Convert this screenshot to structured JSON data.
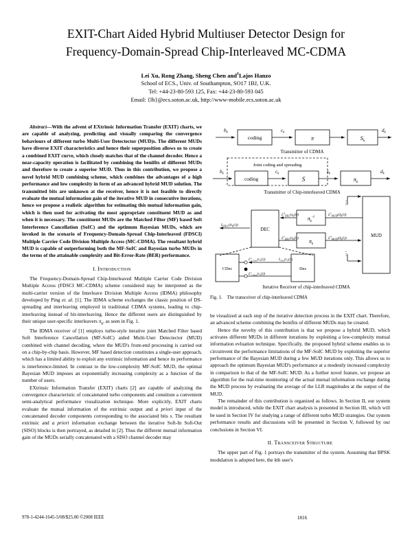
{
  "paper": {
    "title_line1": "EXIT-Chart Aided Hybrid Multiuser Detector Design for",
    "title_line2": "Frequency-Domain-Spread Chip-Interleaved MC-CDMA",
    "authors": "Lei Xu, Rong Zhang, Sheng Chen and",
    "author_sup": "1",
    "authors_tail": "Lajos Hanzo",
    "affiliation": "School of ECS., Univ. of Southampton, SO17 1BJ, U.K.",
    "contact": "Tel: +44-23-80-593 125, Fax: +44-23-80-593 045",
    "email": "Email: {lh}@ecs.soton.ac.uk, http://www-mobile.ecs.soton.ac.uk",
    "abstract_lead": "Abstract",
    "abstract_dash": "—",
    "abstract_text": "With the advent of EXtrinsic Information Transfer (EXIT) charts, we are capable of analyzing, predicting and visually comparing the convergence behaviours of different turbo Multi-User Detectector (MUD)s. The different MUDs have diverse EXIT characteristics and hence their superposition allows us to create a combined EXIT curve, which closely matches that of the channel decoder. Hence a near-capacity operation is facilitated by combining the benifits of different MUDs and therefore to create a superior MUD. Thus in this contribution, we propose a novel hybrid MUD combining scheme, which combines the advantages of a high performance and low complexity in form of an advanced hybrid MUD solution. The transmitted bits are unknown at the receiver, hence it is not feasible to directly evaluate the mutual information gain of the iterative MUD in consecutive iterations, hence we propose a realistic algorithm for estimating this mutual information gain, which is then used for activating the most appropriate constituent MUD as and when it is necessary. The constituent MUDs are the Matched Filter (MF) based Soft Interference Cancellation (SoIC) and the optimum Bayesian MUDs, which are invoked in the scenario of Frequency-Domain-Spread Chip-Interleaved (FDSCI) Multiple Carrier Code Division Multiple Access (MC-CDMA). The resultant hybrid MUD is capable of outperforming both the MF-SoIC and Bayesian turbo MUDs in the terms of the attainable complexity and Bit-Error-Rate (BER) performance.",
    "section1_num": "I.",
    "section1_title": "Introduction",
    "intro_p1": "The Frequency-Domain-Spread Chip-Interleaved Multiple Carrier Code Division Multiple Access (FDSCI MC-CDMA) scheme considered may be interpreted as the multi-carrier version of the Interleave Division Multiple Access (IDMA) philosophy developed by Ping",
    "intro_p1_it": "et. al.",
    "intro_p1_cont": "[1]. The IDMA scheme exchanges the classic position of DS-spreading and interleaving employed in traditional CDMA systems, leading to chip-interleaving instead of bit-interleaving. Hence the different users are distinguished by their unique user-specific interleavers",
    "intro_p1_sym": "π",
    "intro_p1_sub": "k",
    "intro_p1_end": ", as seen in Fig. 1.",
    "intro_p2": "The IDMA receiver of [1] employs turbo-style iterative joint Matched Filter based Soft Interference Cancellation (MF-SoIC) aided Multi-User Detectector (MUD) combined with channel decoding, where the MUD's front-end processing is carried out on a chip-by-chip basis. However, MF based detection constitutes a single-user approach, which has a limited ability to exploit any extrinsic information and hence its performance is interference-limited. In contrast to the low-complexity MF-SoIC MUD, the optimal Bayesian MUD imposes an exponentially increasing complexity as a function of the number of users.",
    "intro_p3": "EXtrinsic Information Transfer (EXIT) charts [2] are capable of analyzing the convergence characteristic of concatenated turbo components and constitute a convenient semi-analytical performance visualization technique. More explicitly, EXIT charts evaluate the mutual information of the extrinsic output and",
    "intro_p3_it1": "a priori",
    "intro_p3_cont1": "input of the concatenated decoder components corresponding to the associated bits",
    "intro_p3_it2": "s",
    "intro_p3_cont2": ". The resultant extrinsic and",
    "intro_p3_it3": "a priori",
    "intro_p3_cont3": "information exchange between the iterative Soft-In Soft-Out (SISO) blocks is then portrayed, as detailed in [2]. Thus the different mutual information gain of the MUDs serially concatenated with a SISO channel decoder may",
    "right_p1": "be visualized at each step of the iterative detection process in the EXIT chart. Therefore, an advanced scheme combining the benifits of different MUDs may be created.",
    "right_p2": "Hence the novelty of this contribution is that we propose a hybrid MUD, which activates different MUDs in different iterations by exploiting a low-complexity mutual information evluation technique. Specifically, the proposed hybrid scheme enables us to circumvent the performance limitations of the MF-SoIC MUD by exploiting the superior performance of the Bayesian MUD during a few MUD iterations only. This allows us to approach the optimum Bayesian MUD's performance at a modestly increased complexity in comparison to that of the MF-SoIC MUD. As a further novel feature, we propose an algorithm for the real-time monitoring of the actual mutual information exchange during the MUD process by evaluating the average of the LLR magnitudes at the output of the MUD.",
    "right_p3": "The remainder of this contribution is organized as follows. In Section II, our system model is introduced, while the EXIT chart analysis is presented in Section III, which will be used in Section IV for studying a range of different turbo MUD strategies. Our system performance results and discussions will be presented in Section V, followed by our conclusions in Section VI.",
    "section2_num": "II.",
    "section2_title": "Transceiver Structure",
    "sec2_p1": "The upper part of Fig. 1 portrays the transmitter of the system. Assuming that BPSK modulation is adopted here, the",
    "sec2_p1_it": "k",
    "sec2_p1_end": "th user's"
  },
  "figure": {
    "caption_label": "Fig. 1.",
    "caption_text": "The transceiver of chip-interleaved CDMA",
    "chain1": {
      "in_label": "b",
      "in_sub": "k",
      "block1": "coding",
      "mid_label": "c",
      "mid_sub": "k",
      "block2": "π",
      "block3": "S",
      "block3_sub": "k",
      "out_label": "d",
      "out_sub": "k",
      "caption": "Transmitter of CDMA"
    },
    "chain2": {
      "dashed_label": "Joint coding and spreading",
      "in_label": "b",
      "in_sub": "k",
      "block1": "coding",
      "mid_label": "c",
      "mid_sub": "k",
      "block2": "S",
      "mid2_label": "s",
      "mid2_sub": "k",
      "block3": "π",
      "block3_sub": "k",
      "out_label": "d",
      "out_sub": "k",
      "caption": "Transmitter of Chip-interleaved CDMA"
    },
    "receiver": {
      "dec_block": "DEC",
      "mud_block": "MUD",
      "deint_block": "π",
      "deint_sub": "k",
      "deint_sup": "−1",
      "int_block": "π",
      "int_sub": "k",
      "output_label": "L",
      "output_sub": "DEC",
      "output_arg": "(b",
      "output_arg_sub": "k",
      "output_arg_end": "(i))",
      "top_dec_label": "L",
      "top_dec_sup": "a",
      "top_dec_sub": "DEC",
      "top_dec_arg": "(s_k(i))",
      "top_mud_label": "L",
      "top_mud_sup": "e",
      "top_mud_sub": "MUD",
      "top_mud_arg": "(d_k(i))",
      "bot_dec_label": "L",
      "bot_dec_sup": "e",
      "bot_dec_sub": "DEC",
      "bot_dec_arg": "(s_k(i))",
      "bot_mud_label": "L",
      "bot_mud_sup": "a",
      "bot_mud_sub": "MUD",
      "bot_mud_arg": "(d_k(i))",
      "sub_cdec": "CDec",
      "sub_des": "Des",
      "sub_label_top_a": "L",
      "sub_label_top_a_sub": "CDec",
      "sub_label_top_a_arg": "(c_k(i))",
      "sub_label_top_b": "L",
      "sub_label_top_b_sub": "Des",
      "sub_label_top_b_arg": "(c_k(i))",
      "sub_label_bot": "L",
      "sub_label_bot_sub": "CDec",
      "sub_label_bot_arg": "(c_k(i))",
      "caption": "Iterative Receiver of chip-interleaved CDMA"
    }
  },
  "footer": {
    "copyright": "978-1-4244-1645-5/08/$25.00  ©2008 IEEE",
    "page_number": "1816"
  }
}
